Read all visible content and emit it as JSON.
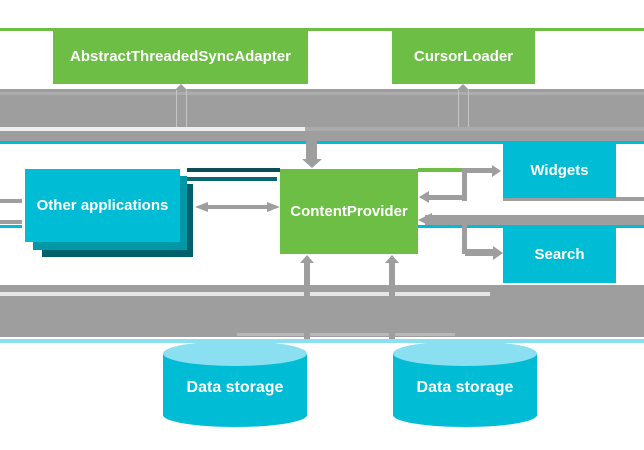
{
  "diagram": {
    "nodes": {
      "sync_adapter": {
        "label": "AbstractThreadedSyncAdapter",
        "color": "#6CBE45"
      },
      "cursor_loader": {
        "label": "CursorLoader",
        "color": "#6CBE45"
      },
      "content_provider": {
        "label": "ContentProvider",
        "color": "#6CBE45"
      },
      "other_applications": {
        "label": "Other applications",
        "color": "#00BCD4"
      },
      "widgets": {
        "label": "Widgets",
        "color": "#00BCD4"
      },
      "search": {
        "label": "Search",
        "color": "#00BCD4"
      },
      "data_storage_left": {
        "label": "Data storage",
        "color": "#00BCD4"
      },
      "data_storage_right": {
        "label": "Data storage",
        "color": "#00BCD4"
      }
    },
    "edges": [
      {
        "from": "content_provider",
        "to": "sync_adapter",
        "style": "arrow-up"
      },
      {
        "from": "content_provider",
        "to": "cursor_loader",
        "style": "arrow-up"
      },
      {
        "from": "top-band",
        "to": "content_provider",
        "style": "arrow-down"
      },
      {
        "from": "other_applications",
        "to": "content_provider",
        "style": "arrow-both"
      },
      {
        "from": "content_provider",
        "to": "widgets",
        "style": "arrow-both-elbow"
      },
      {
        "from": "search",
        "to": "content_provider",
        "style": "arrow-left"
      },
      {
        "from": "content_provider",
        "to": "search",
        "style": "arrow-right"
      },
      {
        "from": "data_storage_left",
        "to": "content_provider",
        "style": "arrow-up"
      },
      {
        "from": "data_storage_right",
        "to": "content_provider",
        "style": "arrow-up"
      }
    ],
    "colors": {
      "green": "#6CBE45",
      "cyan": "#00BCD4",
      "cyan_light": "#8ADFF0",
      "teal_mid": "#0097A7",
      "teal_dark": "#00616C",
      "arrow_gray": "#9E9E9E"
    }
  }
}
